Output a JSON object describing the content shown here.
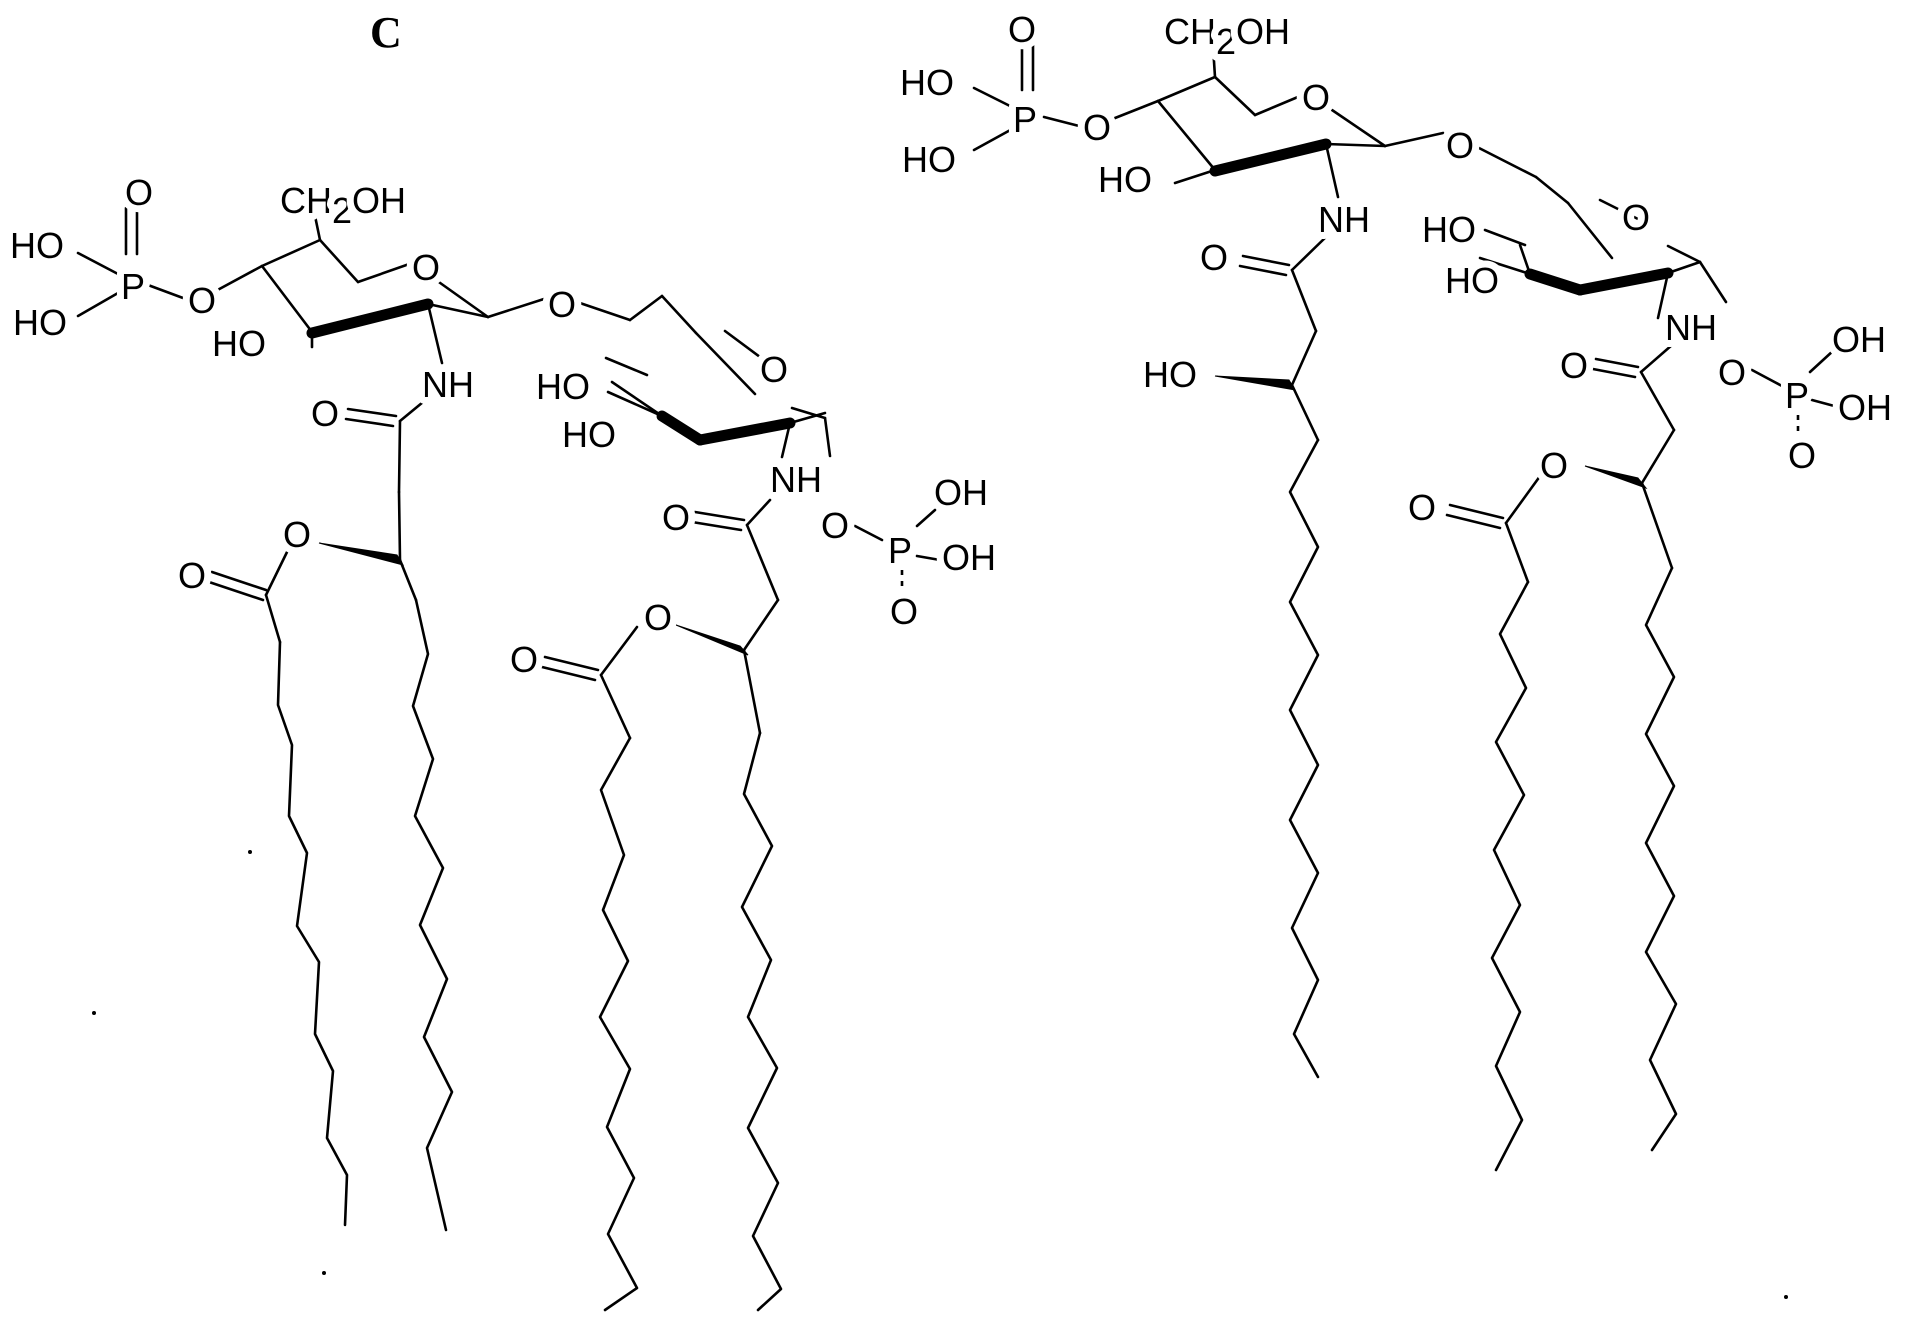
{
  "panel_label": "C",
  "left_structure": {
    "phosphate_top": {
      "oxo": "O",
      "p": "P",
      "oh_1": "HO",
      "oh_2": "HO",
      "link_o": "O"
    },
    "ch2oh": {
      "prefix": "CH",
      "sub": "2",
      "suffix": "OH"
    },
    "ring_oxygen_1": "O",
    "oh_c3": "HO",
    "nh_1": "NH",
    "amide_o_1": "O",
    "glycosidic_o": "O",
    "ring_oxygen_2": "O",
    "oh_c4b": "HO",
    "oh_c3b": "HO",
    "nh_2": "NH",
    "amide_o_2": "O",
    "ester_o_1": "O",
    "ester_carbonyl_1": "O",
    "ester_o_2": "O",
    "ester_carbonyl_2": "O",
    "phosphate_bottom": {
      "link_o": "O",
      "p": "P",
      "oh_1": "OH",
      "oh_2": "OH",
      "oxo": "O"
    }
  },
  "right_structure": {
    "phosphate_top": {
      "oxo": "O",
      "p": "P",
      "oh_1": "HO",
      "oh_2": "HO",
      "link_o": "O"
    },
    "ch2oh": {
      "prefix": "CH",
      "sub": "2",
      "suffix": "OH"
    },
    "ring_oxygen_1": "O",
    "oh_c3": "HO",
    "nh_1": "NH",
    "amide_o_1": "O",
    "hydroxyl_chain": "HO",
    "glycosidic_o": "O",
    "ring_oxygen_2": "O",
    "oh_c4b": "HO",
    "oh_c3b": "HO",
    "nh_2": "NH",
    "amide_o_2": "O",
    "ester_o": "O",
    "ester_carbonyl": "O",
    "phosphate_bottom": {
      "link_o": "O",
      "p": "P",
      "oh_1": "OH",
      "oh_2": "OH",
      "oxo": "O"
    }
  }
}
